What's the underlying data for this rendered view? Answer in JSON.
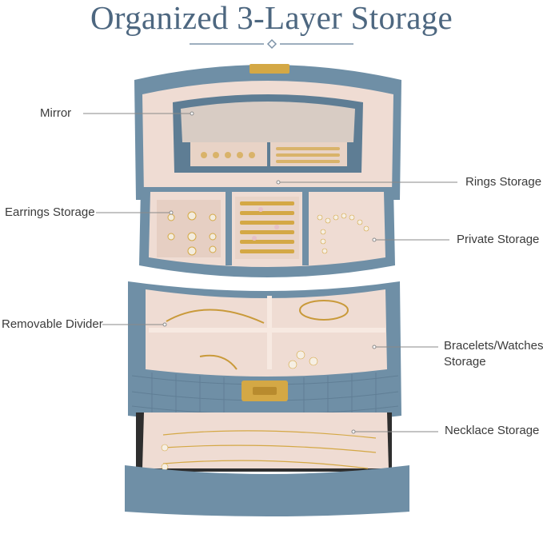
{
  "title": "Organized 3-Layer Storage",
  "callouts": {
    "mirror": "Mirror",
    "rings": "Rings Storage",
    "earrings": "Earrings Storage",
    "private": "Private Storage",
    "divider": "Removable Divider",
    "bracelets_line1": "Bracelets/Watches",
    "bracelets_line2": "Storage",
    "necklace": "Necklace Storage"
  },
  "colors": {
    "title": "#4d6780",
    "box_blue": "#6f8fa6",
    "box_dark": "#57768d",
    "velvet": "#efdcd3",
    "velvet_dark": "#e2c9bd",
    "gold": "#d4a845",
    "line": "#8a8a8a"
  }
}
